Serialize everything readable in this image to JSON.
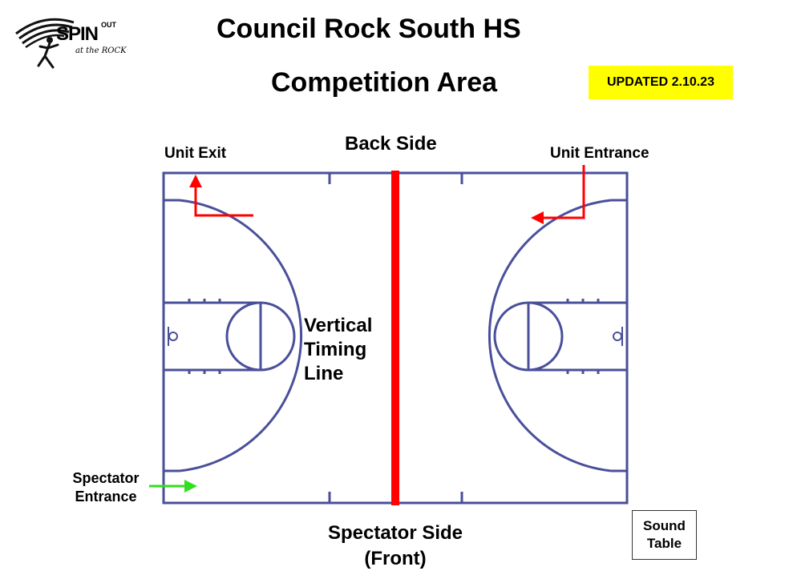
{
  "logo": {
    "main": "SPIN",
    "superscript": "OUT",
    "sub": "at the ROCK"
  },
  "header": {
    "title_line1": "Council Rock South HS",
    "title_line2": "Competition Area",
    "updated_badge": "UPDATED 2.10.23"
  },
  "labels": {
    "back_side": "Back Side",
    "unit_exit": "Unit Exit",
    "unit_entrance": "Unit Entrance",
    "timing_line_1": "Vertical",
    "timing_line_2": "Timing",
    "timing_line_3": "Line",
    "spectator_entrance_1": "Spectator",
    "spectator_entrance_2": "Entrance",
    "spectator_side_1": "Spectator Side",
    "spectator_side_2": "(Front)",
    "sound_table_1": "Sound",
    "sound_table_2": "Table"
  },
  "colors": {
    "court_lines": "#4a4f9a",
    "timing_line": "#ff0000",
    "arrow_red": "#ff0000",
    "arrow_green": "#33dd22",
    "badge_bg": "#ffff00"
  }
}
